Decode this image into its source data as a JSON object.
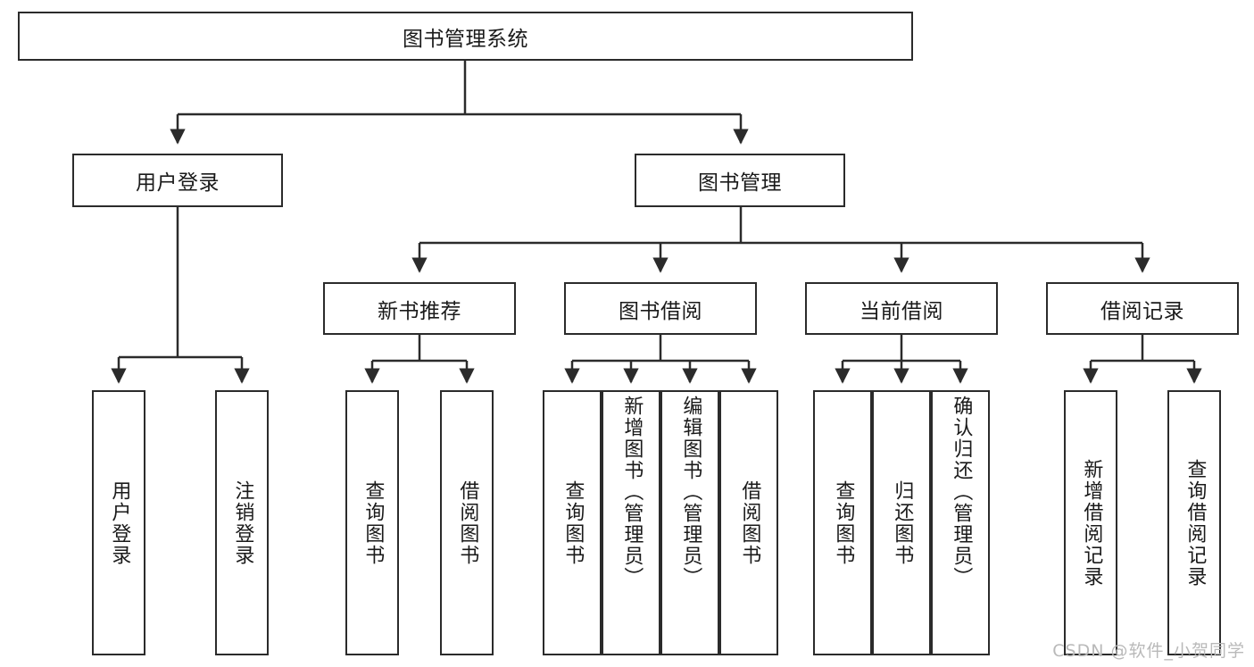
{
  "diagram": {
    "title": "图书管理系统",
    "type": "tree-hierarchy-diagram",
    "watermark": "CSDN @软件_小贺同学",
    "colors": {
      "border": "#2b2b2b",
      "background": "#ffffff",
      "text": "#1a1a1a",
      "watermark": "#b9b9b9"
    },
    "root": {
      "label": "图书管理系统"
    },
    "level2": [
      {
        "label": "用户登录"
      },
      {
        "label": "图书管理"
      }
    ],
    "level3": [
      {
        "label": "新书推荐"
      },
      {
        "label": "图书借阅"
      },
      {
        "label": "当前借阅"
      },
      {
        "label": "借阅记录"
      }
    ],
    "leaves": {
      "user_login": [
        {
          "label": "用户登录"
        },
        {
          "label": "注销登录"
        }
      ],
      "new_book_recommend": [
        {
          "label": "查询图书"
        },
        {
          "label": "借阅图书"
        }
      ],
      "book_borrow": [
        {
          "label": "查询图书"
        },
        {
          "label": "新增图书（管理员）"
        },
        {
          "label": "编辑图书（管理员）"
        },
        {
          "label": "借阅图书"
        }
      ],
      "current_borrow": [
        {
          "label": "查询图书"
        },
        {
          "label": "归还图书"
        },
        {
          "label": "确认归还（管理员）"
        }
      ],
      "borrow_record": [
        {
          "label": "新增借阅记录"
        },
        {
          "label": "查询借阅记录"
        }
      ]
    }
  }
}
